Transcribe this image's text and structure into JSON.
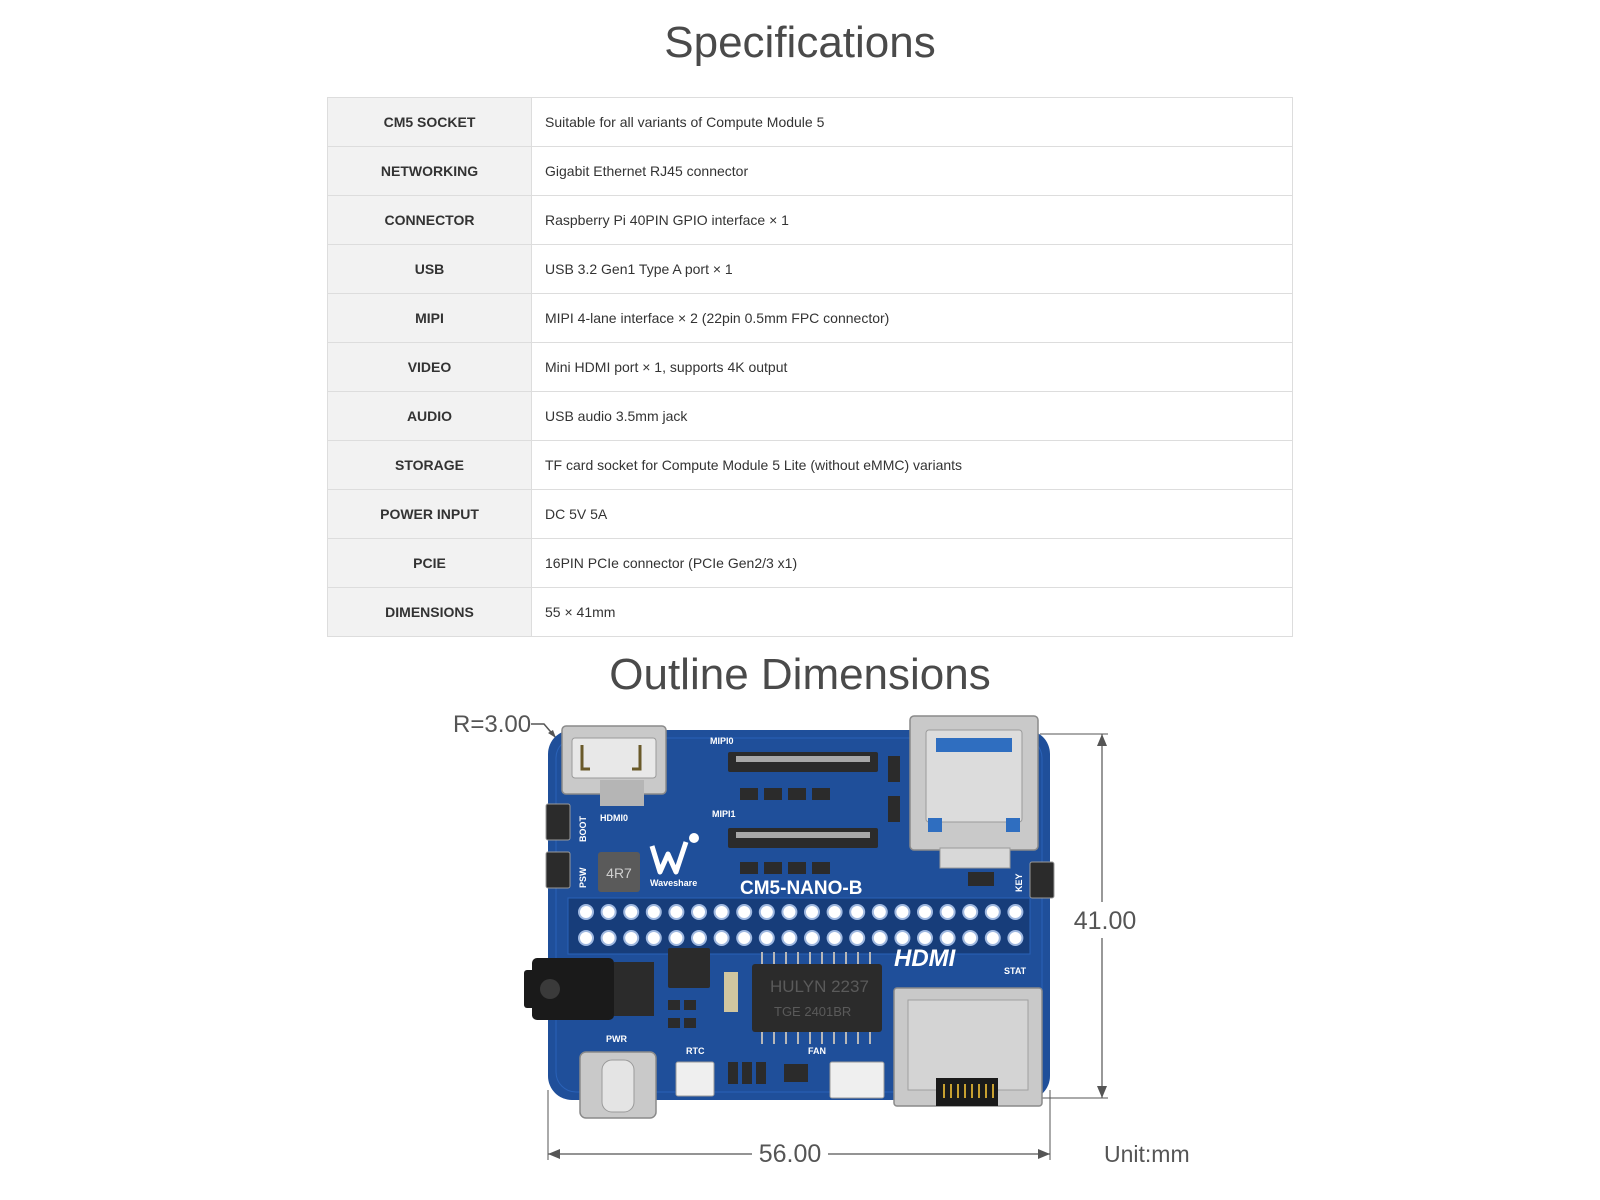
{
  "specifications": {
    "title": "Specifications",
    "rows": [
      {
        "label": "CM5 SOCKET",
        "value": "Suitable for all variants of Compute Module 5"
      },
      {
        "label": "NETWORKING",
        "value": "Gigabit Ethernet RJ45 connector"
      },
      {
        "label": "CONNECTOR",
        "value": "Raspberry Pi 40PIN GPIO interface × 1"
      },
      {
        "label": "USB",
        "value": "USB 3.2 Gen1 Type A port × 1"
      },
      {
        "label": "MIPI",
        "value": "MIPI 4-lane interface × 2 (22pin 0.5mm FPC connector)"
      },
      {
        "label": "VIDEO",
        "value": "Mini HDMI port × 1, supports 4K output"
      },
      {
        "label": "AUDIO",
        "value": "USB audio 3.5mm jack"
      },
      {
        "label": "STORAGE",
        "value": "TF card socket for Compute Module 5 Lite (without eMMC) variants"
      },
      {
        "label": "POWER INPUT",
        "value": "DC 5V 5A"
      },
      {
        "label": "PCIE",
        "value": "16PIN PCIe connector (PCIe Gen2/3 x1)"
      },
      {
        "label": "DIMENSIONS",
        "value": "55 × 41mm"
      }
    ]
  },
  "outline": {
    "title": "Outline Dimensions",
    "radius_label": "R=3.00",
    "height_label": "41.00",
    "width_label": "56.00",
    "unit_label": "Unit:mm",
    "board": {
      "model": "CM5-NANO-B",
      "brand": "Waveshare",
      "hdmi_logo": "HDMI",
      "silkscreen": {
        "mipi0": "MIPI0",
        "mipi1": "MIPI1",
        "hdmi0": "HDMI0",
        "boot": "BOOT",
        "psw": "PSW",
        "key": "KEY",
        "stat": "STAT",
        "pwr": "PWR",
        "rtc": "RTC",
        "fan": "FAN",
        "inductor": "4R7",
        "chip_line1": "HULYN 2237",
        "chip_line2": "TGE 2401BR"
      }
    },
    "colors": {
      "pcb": "#1f4f9a",
      "pcb_dark": "#173d7a",
      "metal": "#c9c9c9",
      "dimension_line": "#555555"
    }
  }
}
